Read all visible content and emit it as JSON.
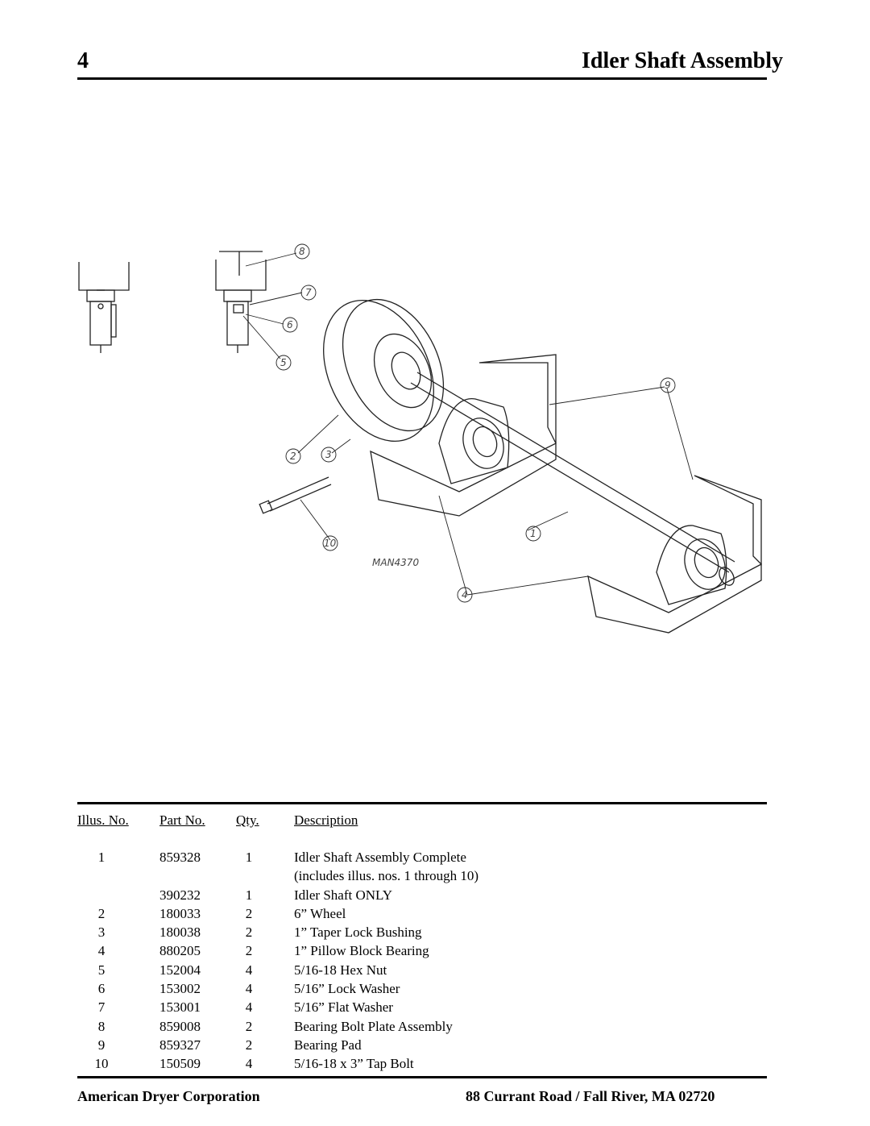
{
  "header": {
    "page_number": "4",
    "title": "Idler Shaft Assembly"
  },
  "drawing": {
    "callouts": [
      "1",
      "2",
      "3",
      "4",
      "5",
      "6",
      "7",
      "8",
      "9",
      "10"
    ],
    "drawing_code": "MAN4370"
  },
  "parts_table": {
    "headers": {
      "illus": "Illus. No.",
      "part": "Part No.",
      "qty": "Qty.",
      "desc": "Description"
    },
    "rows": [
      {
        "illus": "1",
        "part": "859328",
        "qty": "1",
        "desc": "Idler Shaft Assembly Complete"
      },
      {
        "illus": "",
        "part": "",
        "qty": "",
        "desc": "(includes illus. nos. 1 through 10)"
      },
      {
        "illus": "",
        "part": "390232",
        "qty": "1",
        "desc": "Idler Shaft ONLY"
      },
      {
        "illus": "2",
        "part": "180033",
        "qty": "2",
        "desc": "6” Wheel"
      },
      {
        "illus": "3",
        "part": "180038",
        "qty": "2",
        "desc": "1” Taper Lock Bushing"
      },
      {
        "illus": "4",
        "part": "880205",
        "qty": "2",
        "desc": "1” Pillow Block Bearing"
      },
      {
        "illus": "5",
        "part": "152004",
        "qty": "4",
        "desc": "5/16-18 Hex Nut"
      },
      {
        "illus": "6",
        "part": "153002",
        "qty": "4",
        "desc": "5/16” Lock Washer"
      },
      {
        "illus": "7",
        "part": "153001",
        "qty": "4",
        "desc": "5/16” Flat Washer"
      },
      {
        "illus": "8",
        "part": "859008",
        "qty": "2",
        "desc": "Bearing Bolt Plate Assembly"
      },
      {
        "illus": "9",
        "part": "859327",
        "qty": "2",
        "desc": "Bearing Pad"
      },
      {
        "illus": "10",
        "part": "150509",
        "qty": "4",
        "desc": "5/16-18 x 3” Tap Bolt"
      }
    ]
  },
  "footer": {
    "company": "American Dryer Corporation",
    "address": "88 Currant Road / Fall River, MA 02720"
  }
}
